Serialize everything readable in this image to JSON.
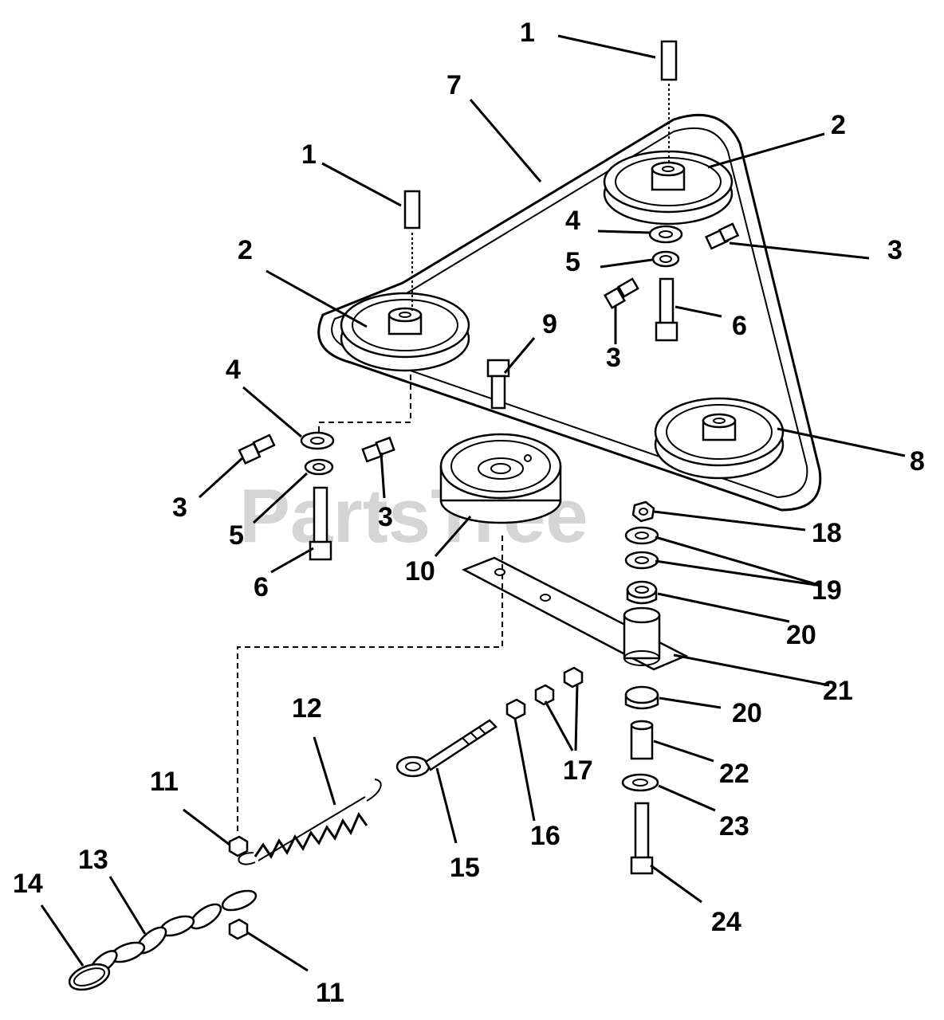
{
  "watermark": "PartsTree",
  "callouts": {
    "c1a": "1",
    "c1b": "1",
    "c2a": "2",
    "c2b": "2",
    "c3a": "3",
    "c3b": "3",
    "c3c": "3",
    "c3d": "3",
    "c4a": "4",
    "c4b": "4",
    "c5a": "5",
    "c5b": "5",
    "c6a": "6",
    "c6b": "6",
    "c7": "7",
    "c8": "8",
    "c9": "9",
    "c10": "10",
    "c11a": "11",
    "c11b": "11",
    "c12": "12",
    "c13": "13",
    "c14": "14",
    "c15": "15",
    "c16": "16",
    "c17": "17",
    "c18": "18",
    "c19": "19",
    "c20a": "20",
    "c20b": "20",
    "c21": "21",
    "c22": "22",
    "c23": "23",
    "c24": "24"
  }
}
